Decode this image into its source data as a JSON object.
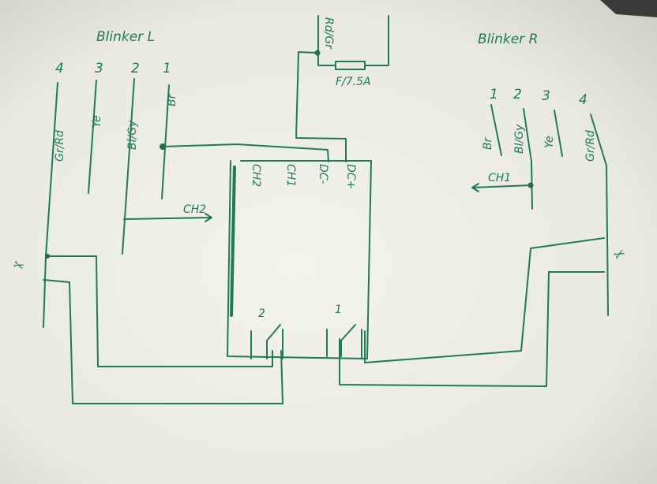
{
  "left_blinker": {
    "title": "Blinker L",
    "pins": [
      "4",
      "3",
      "2",
      "1"
    ],
    "wire_colors": [
      "Gr/Rd",
      "Ye",
      "Bl/Gy",
      "Br"
    ],
    "output_label": "CH2"
  },
  "right_blinker": {
    "title": "Blinker R",
    "pins": [
      "1",
      "2",
      "3",
      "4"
    ],
    "wire_colors": [
      "Br",
      "Bl/Gy",
      "Ye",
      "Gr/Rd"
    ],
    "output_label": "CH1"
  },
  "power": {
    "wire_color": "Rd/Gr",
    "fuse_label": "F/7.5A"
  },
  "module": {
    "terminals": [
      "CH2",
      "CH1",
      "DC-",
      "DC+"
    ],
    "relays": [
      "2",
      "1"
    ]
  },
  "colors": {
    "ink": "#1f7a55",
    "paper": "#f2f1ee"
  }
}
